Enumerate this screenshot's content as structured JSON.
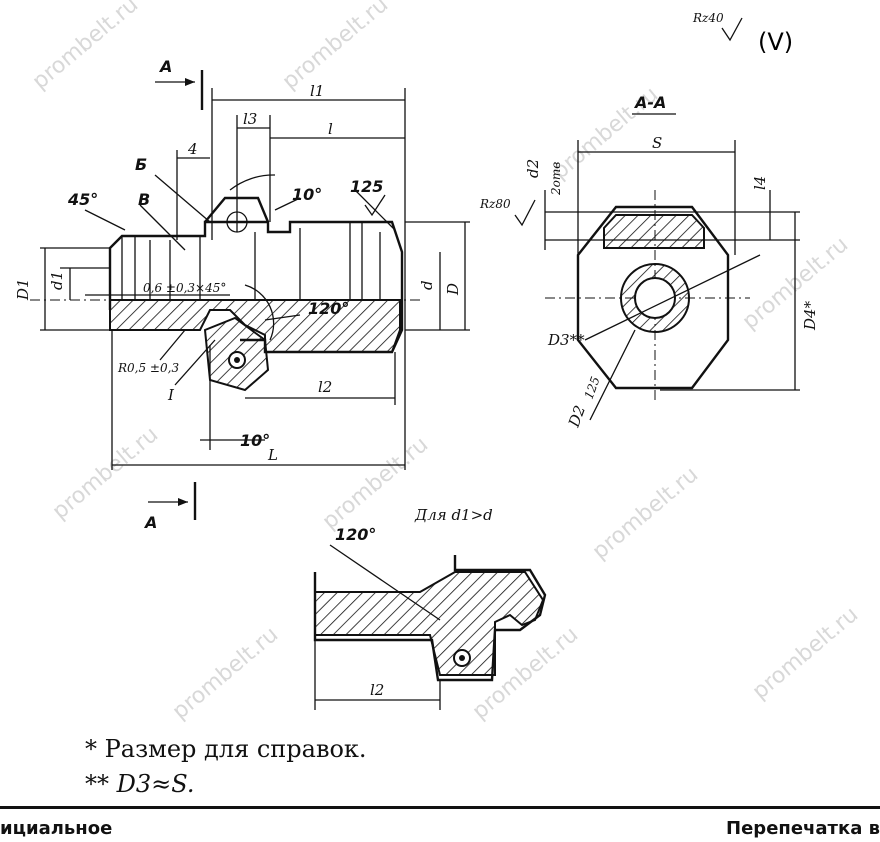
{
  "watermark": "prombelt.ru",
  "top_right": {
    "roughness": "Rz40",
    "symbol": "(V)"
  },
  "section_label": "А-А",
  "view_marker": "А",
  "labels": {
    "l1": "l1",
    "l3": "l3",
    "l": "l",
    "four": "4",
    "deg45": "45°",
    "b_cyr": "Б",
    "v_cyr": "В",
    "deg10_top": "10°",
    "r125_top": "125",
    "D1": "D1",
    "d1": "d1",
    "tol": "0,6 ±0,3×45°",
    "deg120": "120°",
    "d": "d",
    "D": "D",
    "r_tol": "R0,5 ±0,3",
    "i_lbl": "I",
    "l2": "l2",
    "deg10_bottom": "10°",
    "L": "L",
    "S": "S",
    "d2": "d2",
    "holes": "2отв",
    "Rz80": "Rz80",
    "l4": "l4",
    "D4": "D4*",
    "D3": "D3**",
    "D2": "D2",
    "r125_right": "125"
  },
  "detail": {
    "caption": "Для d1>d",
    "angle": "120°",
    "l2": "l2"
  },
  "footnotes": [
    "* Размер для справок.",
    "** D3≈S."
  ],
  "bottom": {
    "left": "ициальное",
    "right": "Перепечатка в"
  }
}
